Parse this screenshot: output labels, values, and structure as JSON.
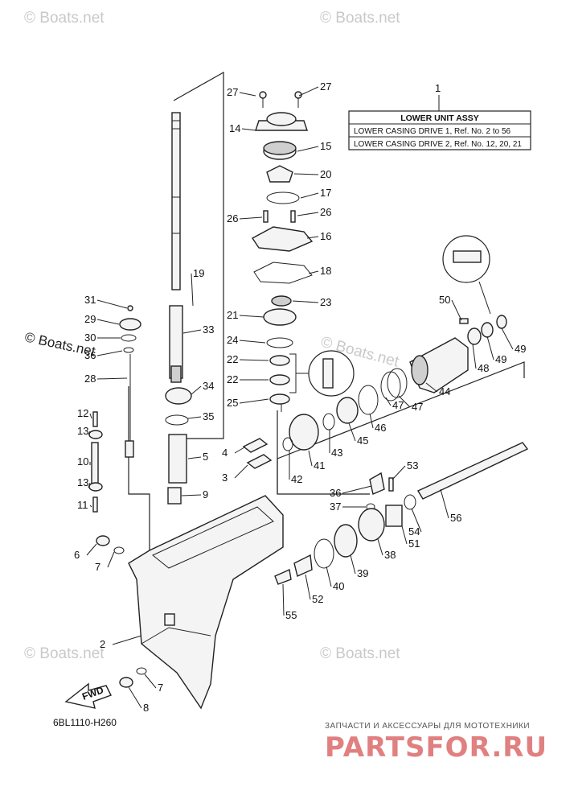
{
  "watermarks": {
    "small": "© Boats.net",
    "big": "© Boats.net"
  },
  "info_box": {
    "ref": "1",
    "title": "LOWER UNIT ASSY",
    "line1": "LOWER CASING DRIVE 1,  Ref. No. 2 to 56",
    "line2": "LOWER CASING DRIVE 2,  Ref. No. 12, 20, 21"
  },
  "diagram_code": "6BL1110-H260",
  "brand": {
    "tagline": "ЗАПЧАСТИ И АКСЕССУАРЫ ДЛЯ МОТОТЕХНИКИ",
    "name": "PARTSFOR.RU",
    "color": "#e08080"
  },
  "fwd_label": "FWD",
  "callouts": [
    "27",
    "27",
    "14",
    "15",
    "20",
    "17",
    "26",
    "26",
    "16",
    "18",
    "19",
    "31",
    "29",
    "30",
    "36",
    "28",
    "33",
    "21",
    "24",
    "23",
    "22",
    "22",
    "25",
    "34",
    "35",
    "12",
    "13",
    "10",
    "13",
    "11",
    "5",
    "4",
    "3",
    "9",
    "6",
    "7",
    "2",
    "7",
    "8",
    "50",
    "48",
    "49",
    "49",
    "44",
    "47",
    "47",
    "46",
    "45",
    "43",
    "41",
    "42",
    "53",
    "36",
    "37",
    "54",
    "56",
    "51",
    "38",
    "39",
    "40",
    "52",
    "55"
  ]
}
